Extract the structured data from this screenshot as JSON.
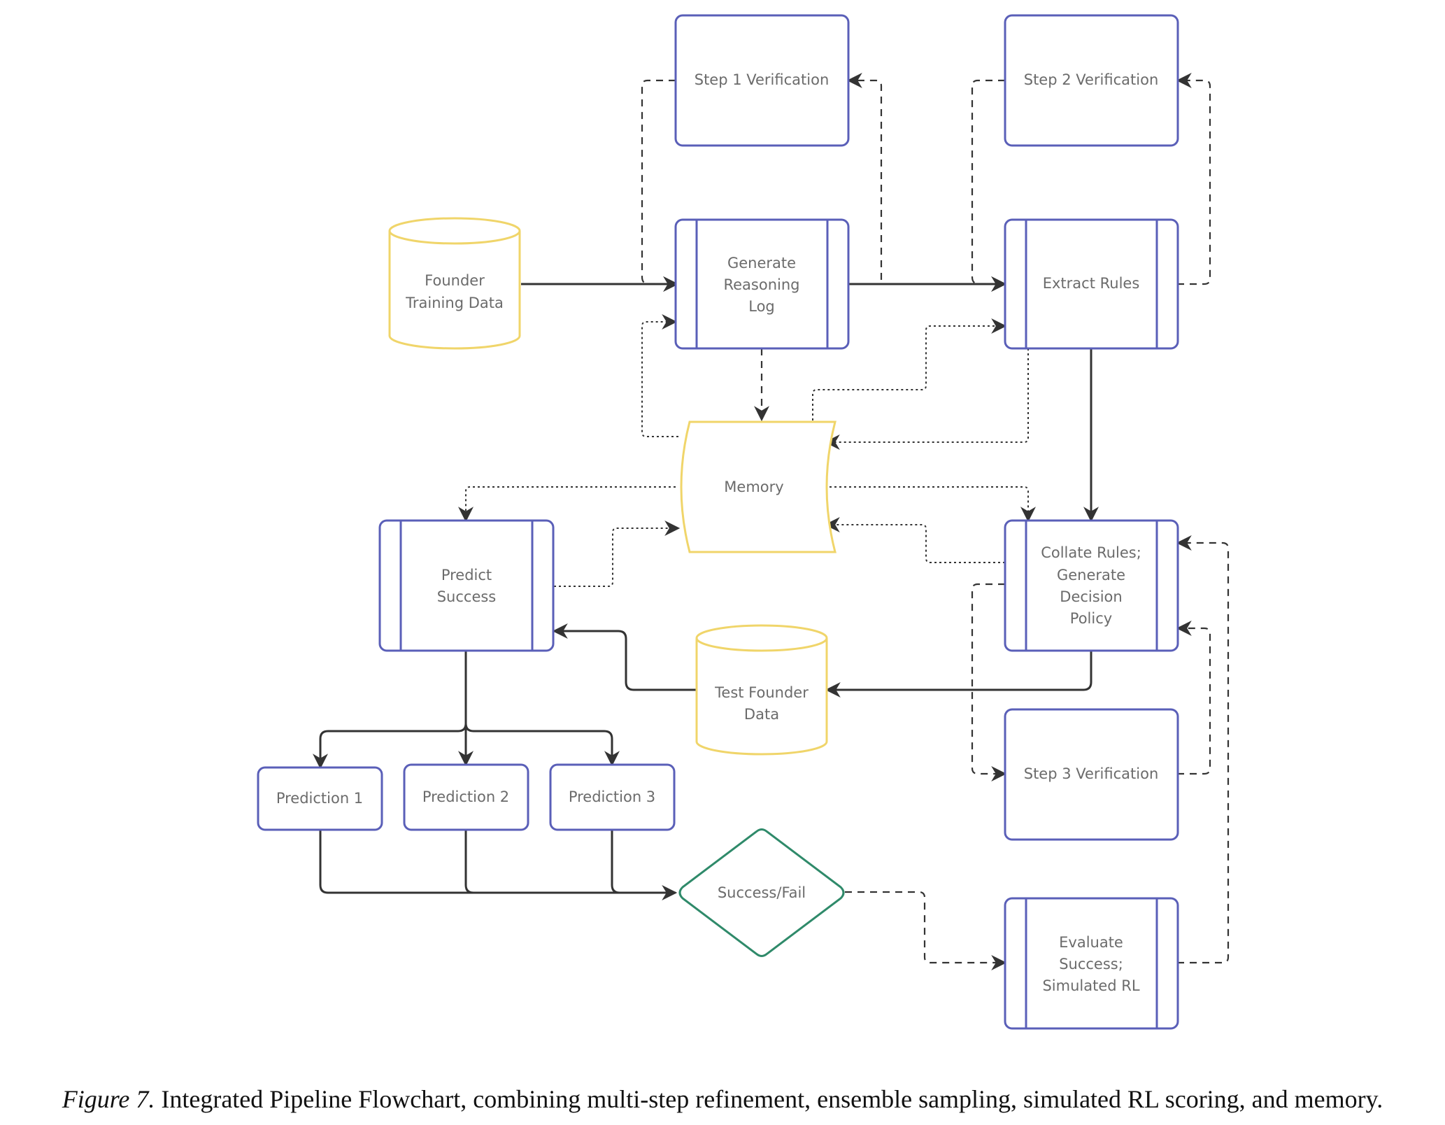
{
  "colors": {
    "process_border": "#5a5fb8",
    "data_border": "#f0d56a",
    "decision_border": "#2f8a6a",
    "arrow": "#333333",
    "text": "#6b6b6b"
  },
  "nodes": {
    "step1_verification": "Step 1 Verification",
    "step2_verification": "Step 2 Verification",
    "founder_training_data": [
      "Founder",
      "Training Data"
    ],
    "generate_reasoning_log": [
      "Generate",
      "Reasoning",
      "Log"
    ],
    "extract_rules": "Extract Rules",
    "memory": "Memory",
    "predict_success": [
      "Predict",
      "Success"
    ],
    "collate_rules": [
      "Collate Rules;",
      "Generate",
      "Decision",
      "Policy"
    ],
    "test_founder_data": [
      "Test Founder",
      "Data"
    ],
    "step3_verification": "Step 3 Verification",
    "prediction_1": "Prediction 1",
    "prediction_2": "Prediction 2",
    "prediction_3": "Prediction 3",
    "success_fail": "Success/Fail",
    "evaluate_success": [
      "Evaluate",
      "Success;",
      "Simulated RL"
    ]
  },
  "caption": {
    "label": "Figure 7.",
    "text": " Integrated Pipeline Flowchart, combining multi-step refinement, ensemble sampling, simulated RL scoring, and memory."
  }
}
